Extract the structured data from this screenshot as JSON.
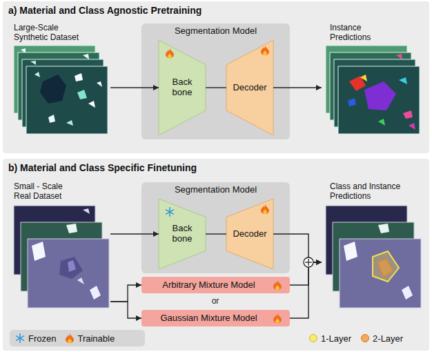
{
  "diagram": {
    "nodes": [
      {
        "text": [
          "a) Material and Class Agnostic Pretraining"
        ]
      },
      {
        "text": [
          "Large-Scale Synthetic Dataset"
        ],
        "in": 0
      },
      {
        "text": [
          "Segmentation Model"
        ],
        "in": 0
      },
      {
        "text": [
          "Back bone"
        ],
        "in": 2
      },
      {
        "text": [
          "Decoder"
        ],
        "in": 2
      },
      {
        "text": [
          "Instance Predictions"
        ],
        "in": 0
      },
      {
        "text": [
          "b) Material and Class Specific Finetuning"
        ]
      },
      {
        "text": [
          "Small - Scale Real Dataset"
        ],
        "in": 6
      },
      {
        "text": [
          "Segmentation Model"
        ],
        "in": 6
      },
      {
        "text": [
          "Back bone"
        ],
        "in": 8
      },
      {
        "text": [
          "Decoder"
        ],
        "in": 8
      },
      {
        "text": [
          "Arbitrary Mixture Model"
        ],
        "in": 6
      },
      {
        "text": [
          "Gaussian Mixture Model"
        ],
        "in": 6
      },
      {
        "text": [
          "Class and Instance Predictions"
        ],
        "in": 6
      }
    ],
    "edges": [
      {
        "from": 1,
        "to": 3,
        "arrow": "to"
      },
      {
        "from": 3,
        "to": 4,
        "arrow": "none"
      },
      {
        "from": 4,
        "to": 5,
        "arrow": "to"
      },
      {
        "from": 7,
        "to": 9,
        "arrow": "to"
      },
      {
        "from": 9,
        "to": 10,
        "arrow": "none"
      },
      {
        "from": 10,
        "to": 13,
        "arrow": "to"
      },
      {
        "from": 7,
        "to": 11,
        "arrow": "to"
      },
      {
        "from": 7,
        "to": 12,
        "arrow": "to"
      },
      {
        "from": 11,
        "to": 13,
        "arrow": "to"
      },
      {
        "from": 12,
        "to": 13,
        "arrow": "to"
      }
    ],
    "labels": [
      "or"
    ],
    "legend": [
      {
        "text": "Frozen"
      },
      {
        "text": "Trainable"
      },
      {
        "text": "1-Layer",
        "color": "#f6ec70"
      },
      {
        "text": "2-Layer",
        "color": "#f4a85a"
      }
    ]
  }
}
